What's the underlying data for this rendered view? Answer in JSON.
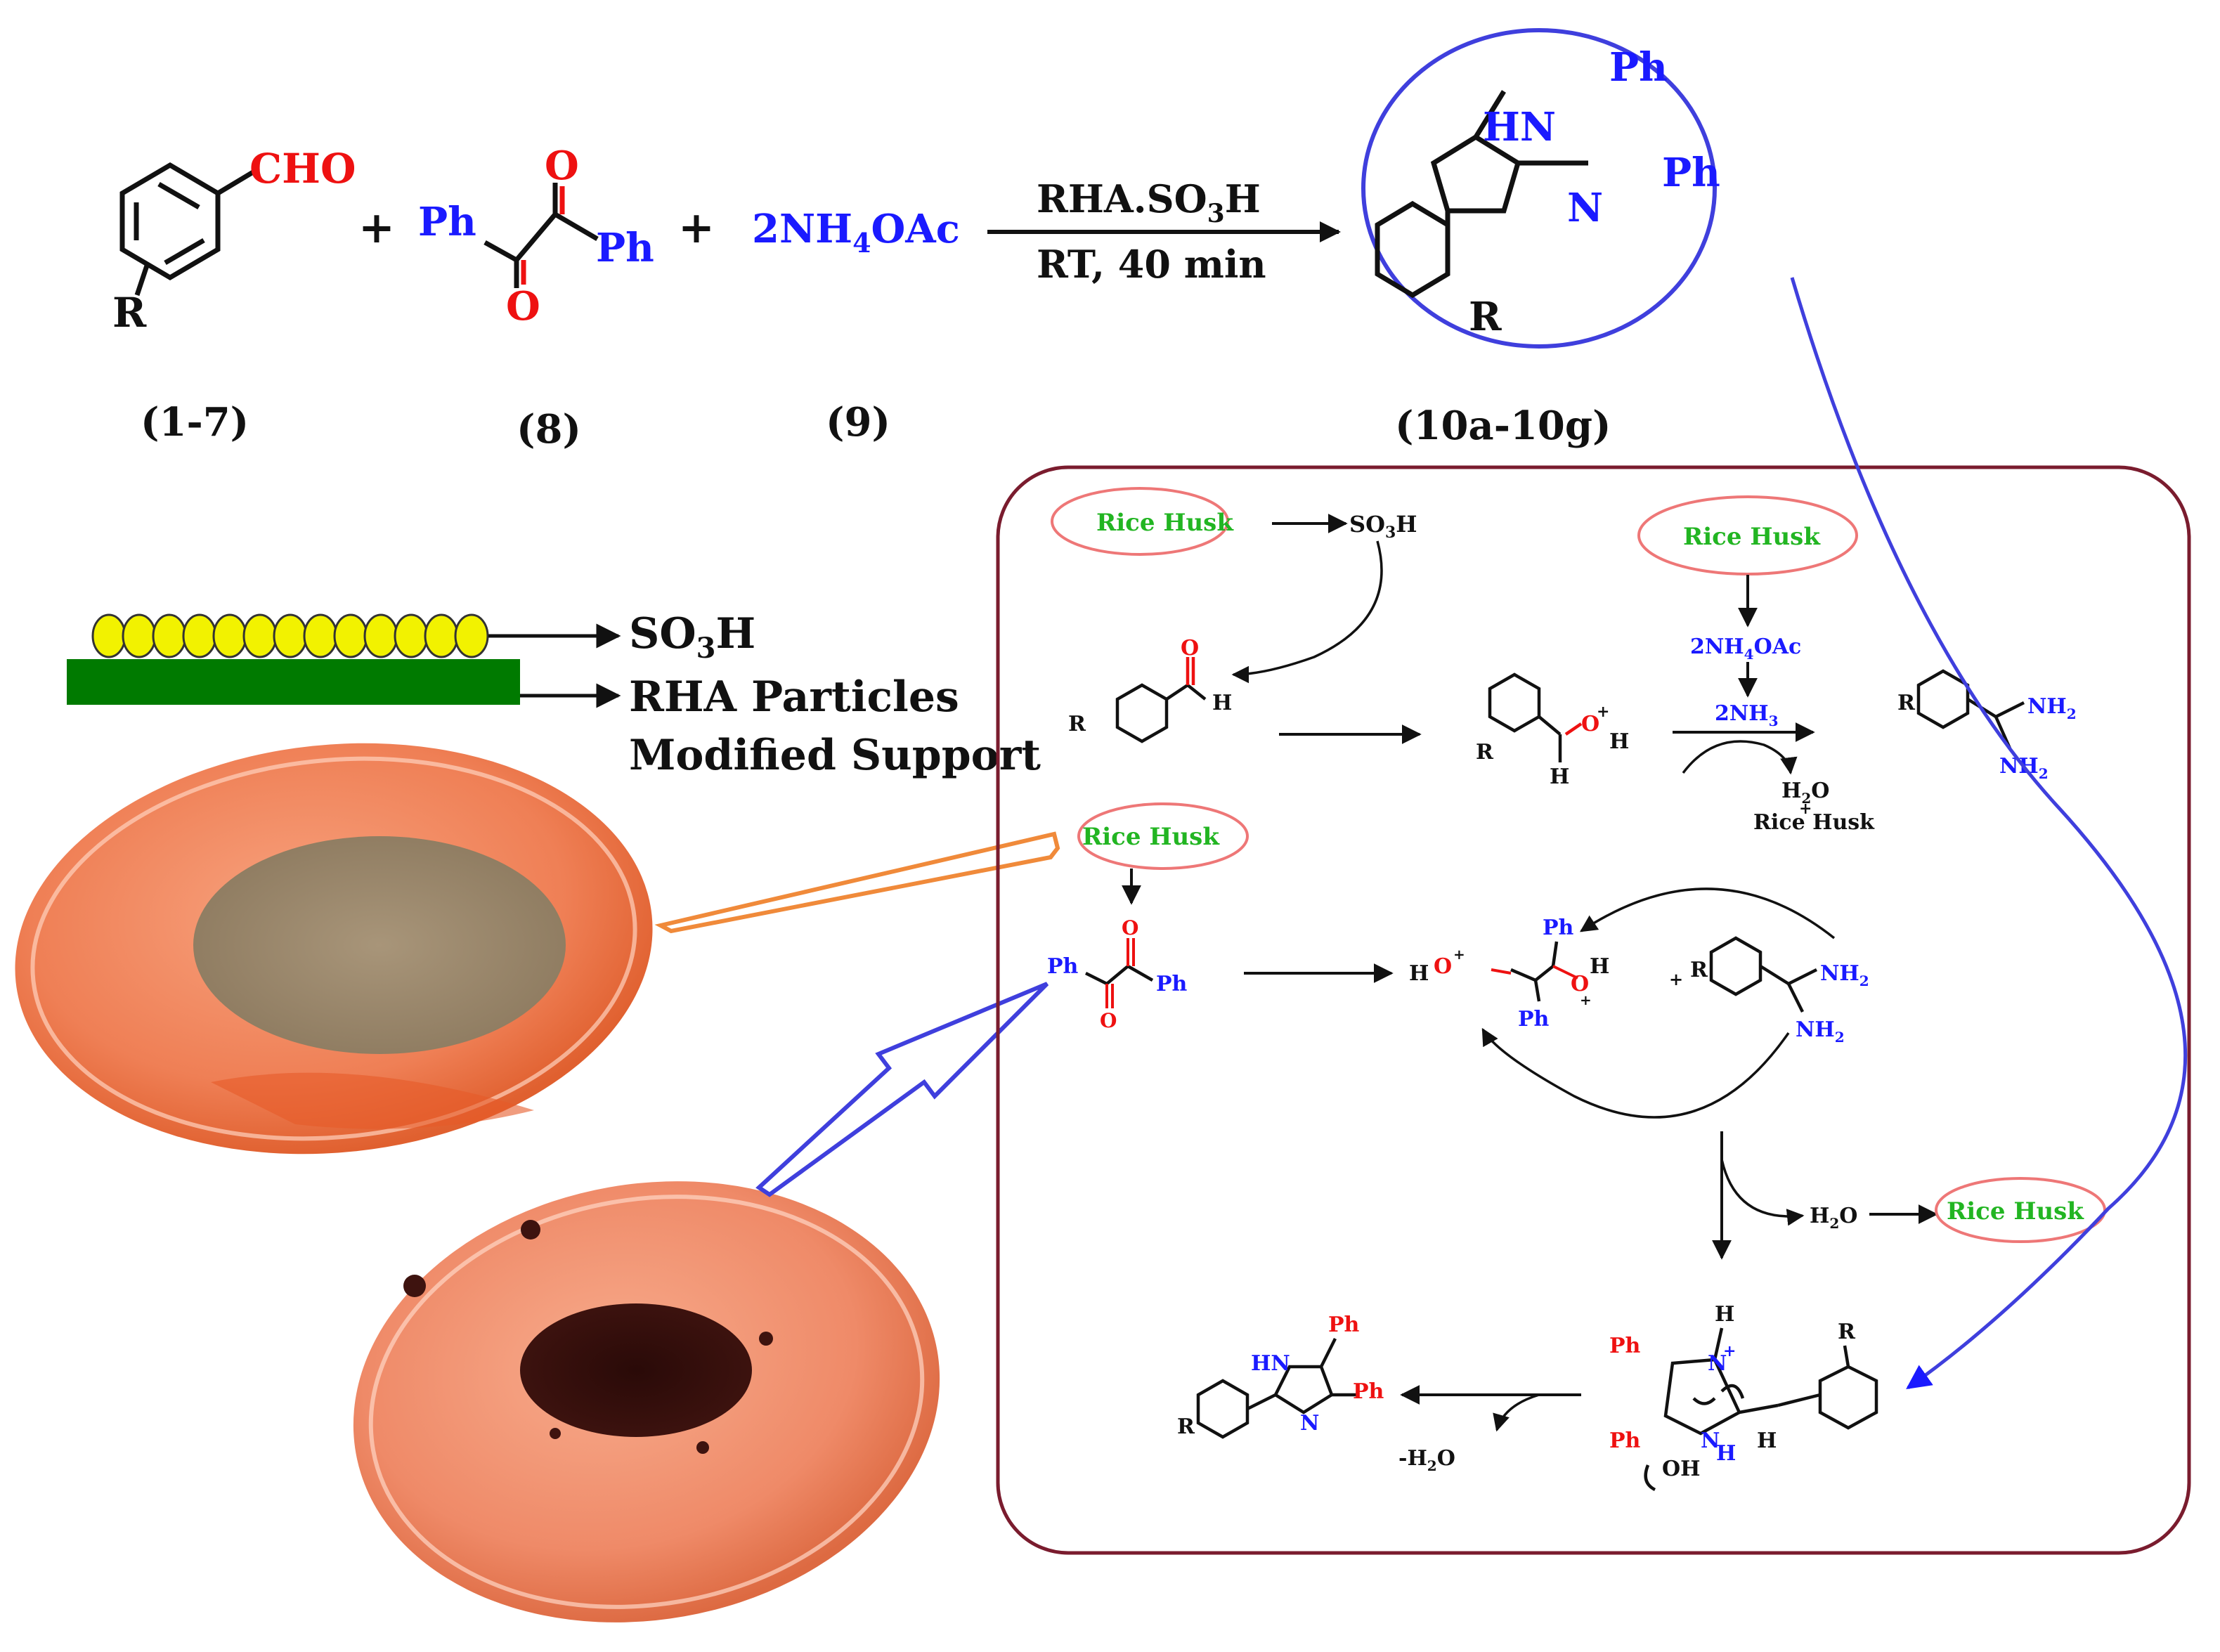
{
  "colors": {
    "black": "#111111",
    "blue": "#1a1aff",
    "red": "#ee1111",
    "green": "#22b522",
    "maroon": "#7a1c2e",
    "ellipse_pink": "#ee7777",
    "orange_arrow": "#f08a3a",
    "blue_arrow": "#3f3fdd",
    "support_green": "#007a00",
    "bead_yellow": "#f2f200",
    "dish_orange": "#f08a5a"
  },
  "icons": {
    "plus": "plus-sign",
    "reaction_arrow": "right-arrow"
  },
  "reaction": {
    "reactant1": {
      "group": "CHO",
      "substituent": "R",
      "label": "(1-7)"
    },
    "reactant2": {
      "left_group": "Ph",
      "right_group": "Ph",
      "top_oxygen": "O",
      "bottom_oxygen": "O",
      "label": "(8)"
    },
    "reactant3": {
      "formula": "2NH4OAc",
      "label": "(9)"
    },
    "plus": "+",
    "conditions_top": "RHA.SO3H",
    "conditions_bottom": "RT, 40 min",
    "product": {
      "nh": "HN",
      "n": "N",
      "ph1": "Ph",
      "ph2": "Ph",
      "substituent": "R",
      "label": "(10a-10g)"
    }
  },
  "support": {
    "so3h_label": "SO3H",
    "particles_label": "RHA Particles",
    "support_label": "Modified Support"
  },
  "mechanism": {
    "rice_husk": "Rice Husk",
    "so3h": "SO3H",
    "aldehyde": {
      "o": "O",
      "h": "H",
      "r": "R"
    },
    "oxonium": {
      "o": "O",
      "plus": "+",
      "h1": "H",
      "h2": "H",
      "r": "R"
    },
    "ammonium_acetate": "2NH4OAc",
    "ammonia": "2NH3",
    "water": "H2O",
    "rice_husk_plus": "Rice Husk",
    "diamine": {
      "r": "R",
      "nh2_top": "NH2",
      "nh2_bottom": "NH2"
    },
    "benzil": {
      "ph_left": "Ph",
      "ph_right": "Ph",
      "o_top": "O",
      "o_bottom": "O"
    },
    "protonated_benzil": {
      "h_left": "H",
      "o_left": "O",
      "o_right": "O",
      "h_right": "H",
      "ph_top": "Ph",
      "ph_bottom": "Ph"
    },
    "plus_small": "+",
    "water_out": "H2O",
    "intermediate": {
      "ph1": "Ph",
      "ph2": "Ph",
      "n_plus": "N",
      "plus": "+",
      "h_top": "H",
      "nh": "N",
      "h_nh": "H",
      "h_c": "H",
      "oh": "OH",
      "r": "R"
    },
    "minus_water": "-H2O",
    "final_product": {
      "hn": "HN",
      "n": "N",
      "ph1": "Ph",
      "ph2": "Ph",
      "r": "R"
    }
  }
}
